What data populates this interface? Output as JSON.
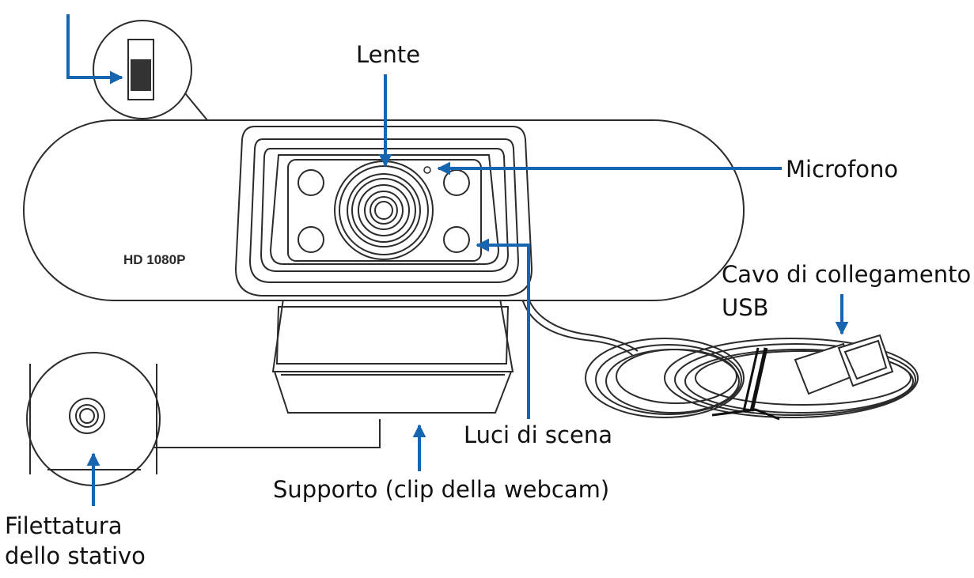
{
  "diagram": {
    "model_marking": "HD 1080P",
    "labels": {
      "lens": "Lente",
      "microphone": "Microfono",
      "usb_cable_line1": "Cavo di collegamento",
      "usb_cable_line2": "USB",
      "scene_lights": "Luci di scena",
      "stand": "Supporto (clip della webcam)",
      "tripod_thread_line1": "Filettatura",
      "tripod_thread_line2": "dello stativo"
    },
    "colors": {
      "arrow": "#1565b0",
      "outline": "#2b2b2b",
      "switch_dark": "#333333"
    }
  }
}
